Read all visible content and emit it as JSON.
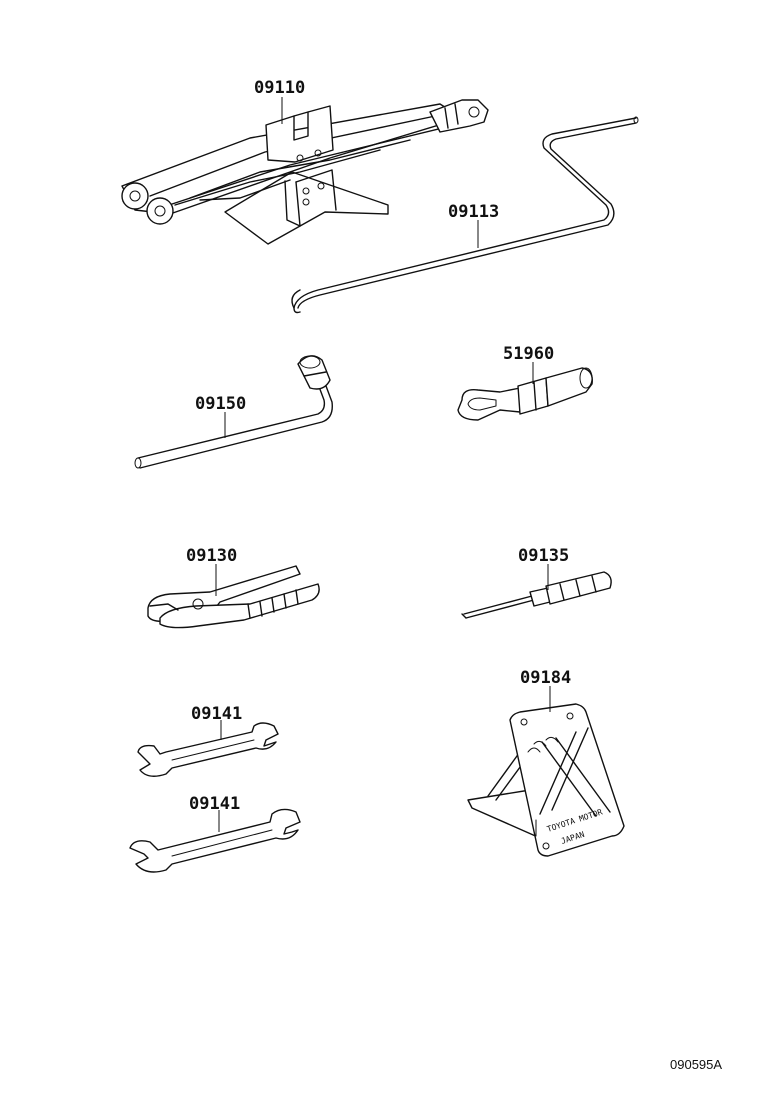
{
  "diagram": {
    "reference_code": "090595A",
    "parts": [
      {
        "id": "jack",
        "number": "09110"
      },
      {
        "id": "jack-handle",
        "number": "09113"
      },
      {
        "id": "wheel-nut-wrench",
        "number": "09150"
      },
      {
        "id": "towing-eye",
        "number": "51960"
      },
      {
        "id": "pliers",
        "number": "09130"
      },
      {
        "id": "screwdriver",
        "number": "09135"
      },
      {
        "id": "wrench-1",
        "number": "09141"
      },
      {
        "id": "wrench-2",
        "number": "09141"
      },
      {
        "id": "wheel-chock",
        "number": "09184"
      }
    ],
    "chock_stamp": [
      "TOYOTA MOTOR",
      "JAPAN"
    ]
  }
}
